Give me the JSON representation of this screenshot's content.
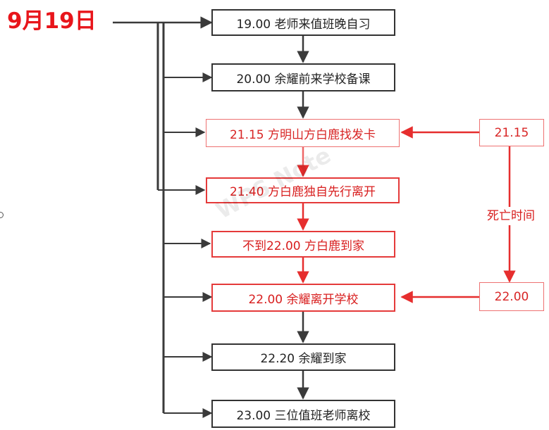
{
  "date": "9月19日",
  "events": [
    {
      "id": "e1",
      "text": "19.00 老师来值班晚自习"
    },
    {
      "id": "e2",
      "text": "20.00 余耀前来学校备课"
    },
    {
      "id": "e3",
      "text": "21.15 方明山方白鹿找发卡"
    },
    {
      "id": "e4",
      "text": "21.40 方白鹿独自先行离开"
    },
    {
      "id": "e5",
      "text": "不到22.00 方白鹿到家"
    },
    {
      "id": "e6",
      "text": "22.00 余耀离开学校"
    },
    {
      "id": "e7",
      "text": "22.20 余耀到家"
    },
    {
      "id": "e8",
      "text": "23.00 三位值班老师离校"
    }
  ],
  "death_window": {
    "label": "死亡时间",
    "start": "21.15",
    "end": "22.00"
  },
  "watermark": "WPS Note",
  "colors": {
    "accent_red": "#e8151b",
    "border_black": "#333333",
    "arrow_black": "#3a3a3a",
    "arrow_red": "#e62e2e"
  }
}
